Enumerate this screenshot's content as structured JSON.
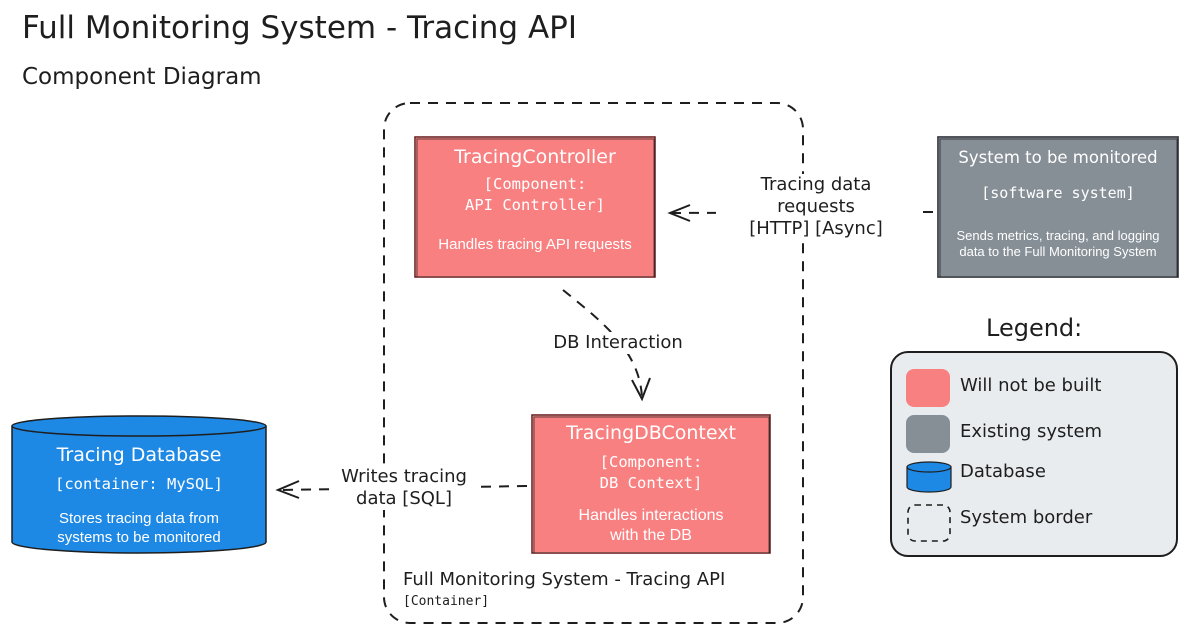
{
  "title": "Full Monitoring System - Tracing API",
  "subtitle": "Component Diagram",
  "boundary": {
    "name": "Full Monitoring System - Tracing API",
    "type": "[Container]"
  },
  "components": {
    "tracing_controller": {
      "name": "TracingController",
      "type_line1": "[Component:",
      "type_line2": "API Controller]",
      "description": "Handles tracing API requests",
      "color": "#f98080"
    },
    "tracing_dbcontext": {
      "name": "TracingDBContext",
      "type_line1": "[Component:",
      "type_line2": "DB Context]",
      "description_line1": "Handles interactions",
      "description_line2": "with the DB",
      "color": "#f98080"
    },
    "monitored_system": {
      "name": "System to be monitored",
      "type": "[software system]",
      "description_line1": "Sends metrics, tracing, and logging",
      "description_line2": "data to the Full Monitoring System",
      "color": "#868e96"
    },
    "tracing_database": {
      "name": "Tracing Database",
      "type": "[container: MySQL]",
      "description_line1": "Stores tracing data from",
      "description_line2": "systems to be monitored",
      "color": "#1e88e5"
    }
  },
  "edges": {
    "http": {
      "line1": "Tracing data",
      "line2": "requests",
      "line3": "[HTTP] [Async]"
    },
    "db": {
      "label": "DB Interaction"
    },
    "sql": {
      "line1": "Writes tracing",
      "line2": "data [SQL]"
    }
  },
  "legend": {
    "title": "Legend:",
    "items": [
      {
        "label": "Will not be built",
        "color": "#f98080"
      },
      {
        "label": "Existing system",
        "color": "#868e96"
      },
      {
        "label": "Database",
        "color": "#1e88e5"
      },
      {
        "label": "System border",
        "color": "#1e1e1e"
      }
    ]
  }
}
